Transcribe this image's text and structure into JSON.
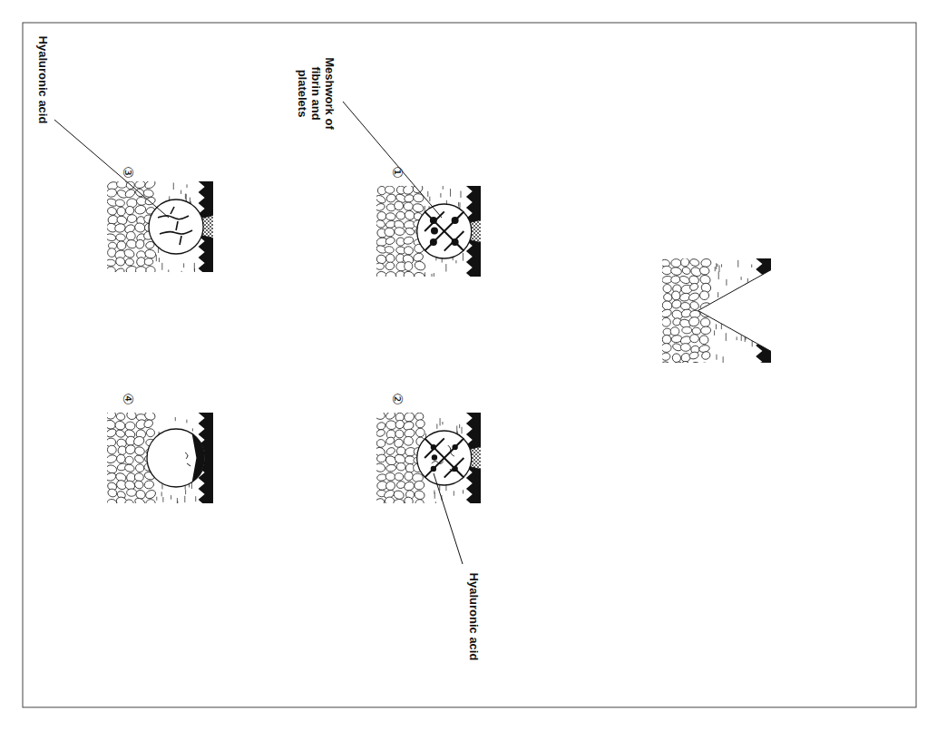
{
  "diagram": {
    "labels": [
      "Meshwork of fibrin and platelets",
      "Hyaluronic acid",
      "Hyaluronic acid",
      "①",
      "②",
      "③",
      "④"
    ]
  }
}
